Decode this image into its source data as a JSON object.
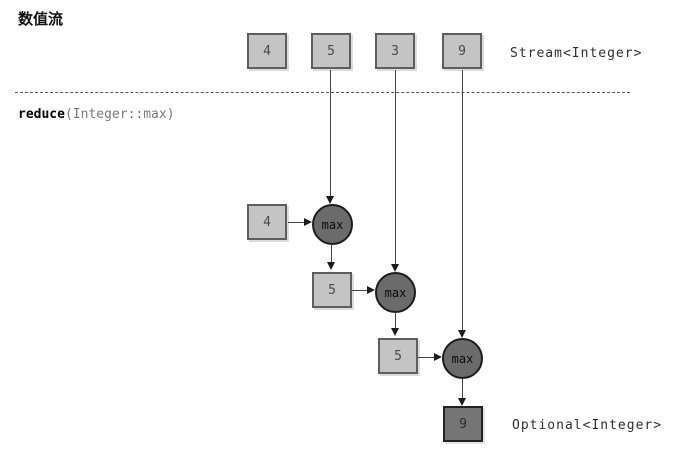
{
  "title": "数值流",
  "stream": {
    "type_label": "Stream<Integer>",
    "values": [
      "4",
      "5",
      "3",
      "9"
    ]
  },
  "operation": {
    "name": "reduce",
    "args": "(Integer::max)"
  },
  "steps": [
    {
      "accumulator": "4",
      "op": "max"
    },
    {
      "accumulator": "5",
      "op": "max"
    },
    {
      "accumulator": "5",
      "op": "max"
    }
  ],
  "result": {
    "value": "9",
    "type_label": "Optional<Integer>"
  },
  "colors": {
    "light_box_fill": "#c4c4c4",
    "light_box_border": "#5e5e5e",
    "dark_box_fill": "#757575",
    "circle_fill": "#6b6b6b",
    "line": "#444444",
    "muted_text": "#7a7a7a"
  }
}
